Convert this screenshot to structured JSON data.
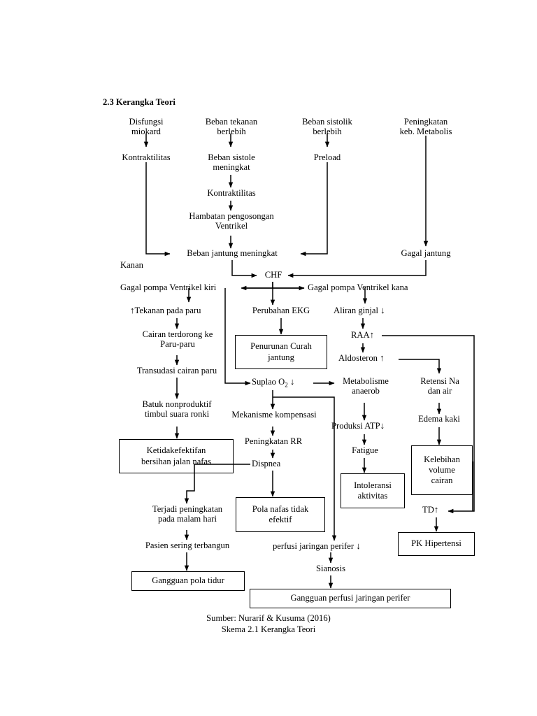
{
  "document": {
    "section_heading": "2.3 Kerangka Teori",
    "caption_line1": "Sumber: Nurarif & Kusuma (2016)",
    "caption_line2": "Skema 2.1 Kerangka Teori"
  },
  "colors": {
    "stroke": "#000000",
    "background": "#ffffff",
    "text": "#000000"
  },
  "nodes": {
    "disfungsi_miokard": "Disfungsi\nmiokard",
    "beban_tekanan_berlebih": "Beban tekanan\nberlebih",
    "beban_sistolik_berlebih": "Beban sistolik\nberlebih",
    "peningkatan_keb_metabolis": "Peningkatan\nkeb. Metabolis",
    "kontraktilitas_kiri": "Kontraktilitas",
    "beban_sistole_meningkat": "Beban sistole\nmeningkat",
    "preload": "Preload",
    "kontraktilitas_tengah": "Kontraktilitas",
    "hambatan_pengosongan_ventrikel": "Hambatan pengosongan\nVentrikel",
    "beban_jantung_meningkat": "Beban jantung meningkat",
    "kanan": "Kanan",
    "gagal_jantung": "Gagal jantung",
    "chf": "CHF",
    "gagal_pompa_ventrikel_kiri": "Gagal pompa Ventrikel kiri",
    "gagal_pompa_ventrikel_kana": "Gagal pompa Ventrikel kana",
    "tekanan_pada_paru": "Tekanan pada paru",
    "perubahan_ekg": "Perubahan EKG",
    "aliran_ginjal": "Aliran ginjal",
    "cairan_terdorong": "Cairan terdorong ke\nParu-paru",
    "raa": "RAA",
    "aldosteron": "Aldosteron",
    "transudasi_cairan_paru": "Transudasi cairan paru",
    "suplao_o2": "Suplao O",
    "suplao_o2_sub": "2",
    "metabolisme_anaerob": "Metabolisme\nanaerob",
    "retensi_na_dan_air": "Retensi Na\ndan air",
    "batuk_nonproduktif": "Batuk nonproduktif\ntimbul suara ronki",
    "mekanisme_kompensasi": "Mekanisme kompensasi",
    "edema_kaki": "Edema kaki",
    "produksi_atp": "Produksi ATP",
    "peningkatan_rr": "Peningkatan RR",
    "fatigue": "Fatigue",
    "dispnea": "Dispnea",
    "td": "TD",
    "terjadi_peningkatan": "Terjadi peningkatan\npada malam hari",
    "pasien_sering_terbangun": "Pasien sering terbangun",
    "perfusi_jaringan_perifer": "perfusi jaringan perifer",
    "sianosis": "Sianosis"
  },
  "boxes": {
    "penurunan_curah_jantung": "Penurunan Curah\njantung",
    "ketidakefektifan_bersihan": "Ketidakefektifan\nbersihan jalan nafas",
    "kelebihan_volume_cairan": "Kelebihan\nvolume\ncairan",
    "intoleransi_aktivitas": "Intoleransi\naktivitas",
    "pola_nafas_tidak_efektif": "Pola nafas tidak\nefektif",
    "pk_hipertensi": "PK Hipertensi",
    "gangguan_pola_tidur": "Gangguan pola tidur",
    "gangguan_perfusi_jaringan_perifer": "Gangguan perfusi jaringan perifer"
  },
  "arrow_glyphs": {
    "up": "↑",
    "down": "↓"
  }
}
